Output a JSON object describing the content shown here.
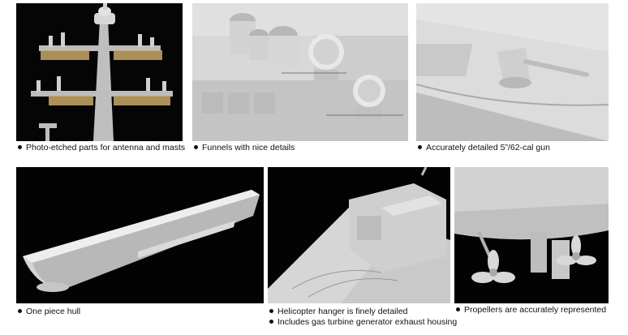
{
  "panels": [
    {
      "id": "mast",
      "caption": "Photo-etched parts for antenna and masts",
      "icon": "bullet-icon"
    },
    {
      "id": "funnels",
      "caption": "Funnels with nice details",
      "icon": "bullet-icon"
    },
    {
      "id": "gun",
      "caption": "Accurately detailed 5”/62-cal gun",
      "icon": "bullet-icon"
    },
    {
      "id": "hull",
      "caption": "One piece hull",
      "icon": "bullet-icon"
    },
    {
      "id": "hangar",
      "captions": [
        "Helicopter hanger is finely detailed",
        "Includes gas turbine generator exhaust housing"
      ],
      "icon": "bullet-icon"
    },
    {
      "id": "propellers",
      "caption": "Propellers are accurately represented",
      "icon": "bullet-icon"
    }
  ],
  "colors": {
    "background": "#000000",
    "model_grey": "#c9c9c9",
    "etch_brass": "#c8a86a",
    "text": "#111111"
  }
}
